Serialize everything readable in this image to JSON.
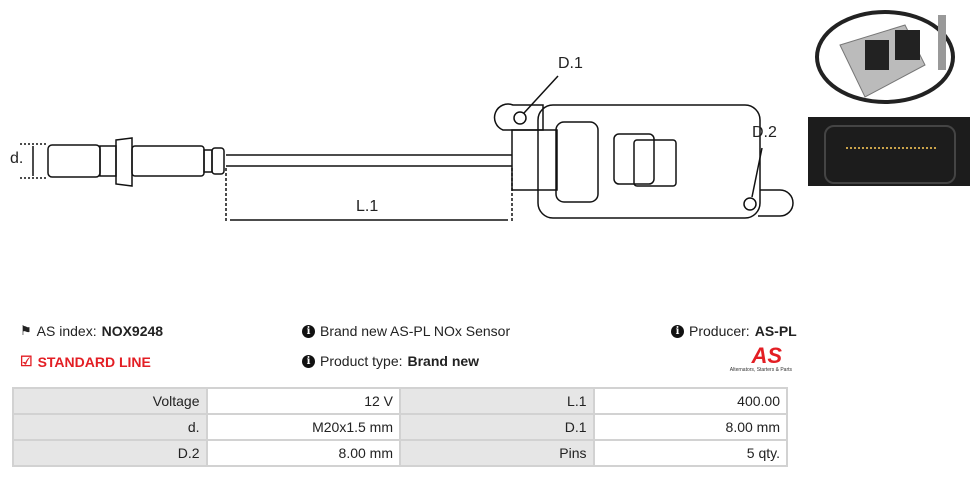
{
  "diagram": {
    "labels": {
      "d": "d.",
      "d1": "D.1",
      "d2": "D.2",
      "l1": "L.1"
    }
  },
  "info": {
    "as_index_label": "AS index:",
    "as_index_value": "NOX9248",
    "line": "STANDARD LINE",
    "description": "Brand new AS-PL NOx Sensor",
    "product_type_label": "Product type:",
    "product_type_value": "Brand new",
    "producer_label": "Producer:",
    "producer_value": "AS-PL"
  },
  "logo": {
    "text": "AS",
    "tagline": "Alternators, Starters & Parts"
  },
  "colors": {
    "accent": "#e31e24"
  },
  "specs": [
    {
      "l1": "Voltage",
      "v1": "12 V",
      "l2": "L.1",
      "v2": "400.00"
    },
    {
      "l1": "d.",
      "v1": "M20x1.5 mm",
      "l2": "D.1",
      "v2": "8.00 mm"
    },
    {
      "l1": "D.2",
      "v1": "8.00 mm",
      "l2": "Pins",
      "v2": "5 qty."
    }
  ]
}
